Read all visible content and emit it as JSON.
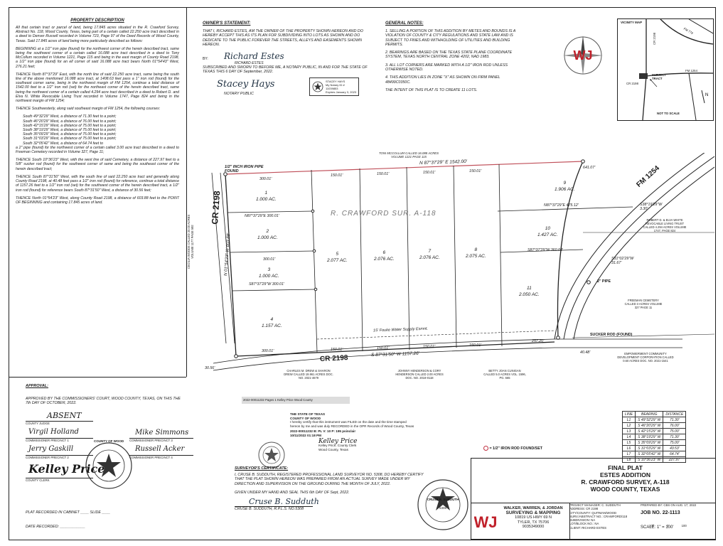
{
  "property_description": {
    "heading": "PROPERTY DESCRIPTION",
    "paragraphs": [
      "All that certain tract or parcel of land, being 17.845 acres situated in the R. Crawford Survey, Abstract No. 118, Wood County, Texas, being part of a certain called 22.250 acre tract described in a deed to Denver Russell recorded in Volume 723, Page 97 of the Deed Records of Wood County, Texas. Said 17.845 acres of land being more particularly described as follows:",
      "BEGINNING at a 1/2\" iron pipe (found) for the northwest corner of the herein described tract, same being the southwest corner of a certain called 16.088 acre tract described in a deed to Tony McCollum recorded in Volume 1221, Page 115 and being in the east margin of County Road 2198, a 1/2\" iron pipe (found) for an ell corner of said 16.088 acre tract bears North 01°54'43\" West, 276.21 feet;",
      "THENCE North 87°37'29\" East, with the north line of said 22.250 acre tract, same being the south line of the above mentioned 16.088 acre tract, at 1408.63 feet pass a 1\" iron rod (found) for the southeast corner same, being in the northwest margin of FM 1254, continue a total distance of 1542.00 feet to a 1/2\" iron rod (set) for the northeast corner of the herein described tract, same being the northwest corner of a certain called 4.294 acre tract described in a deed to Robert D. and Elva N. White Revocable Living Trust recorded in Volume 1747, Page 824 and being in the northwest margin of FM 1254;",
      "THENCE Southwesterly, along said southeast margin of FM 1254, the following courses:"
    ],
    "courses": [
      "South 49°32'29\" West, a distance of 71.30 feet to a point;",
      "South 46°20'29\" West, a distance of 76.00 feet to a point;",
      "South 42°15'29\" West, a distance of 75.00 feet to a point;",
      "South 38°19'29\" West, a distance of 75.00 feet to a point;",
      "South 35°09'29\" West, a distance of 75.00 feet to a point;",
      "South 31°03'29\" West, a distance of 75.00 feet to a point;",
      "South 32°05'42\" West, a distance of 64.74 feet to"
    ],
    "after_courses": [
      "a 2\" pipe (found) for the northwest corner of a certain called 3.00 acre tract described in a deed to Freeman Cemetery recorded in Volume 327, Page 11;",
      "THENCE South 10°36'23\" West, with the west line of said Cemetery, a distance of 227.97 feet to a 5/8\" sucker rod (found) for the southwest corner of same and being the southeast corner of the herein described tract;",
      "THENCE South 87°31'50\" West, with the south line of said 22.250 acre tract and generally along County Road 2198, at 40.48 feet pass a 1/2\" iron rod (found) for reference, continue a total distance of 1157.26 feet to a 1/2\" iron rod (set) for the southwest corner of the herein described tract, a 1/2\" iron rod (found) for reference bears South 87°31'50\" West, a distance of 30.56 feet;",
      "THENCE North 01°54'23\" West, along County Road 2198, a distance of 603.88 feet to the POINT OF BEGINNING and containing 17.845 acres of land."
    ]
  },
  "owner_statement": {
    "heading": "OWNER'S STATEMENT:",
    "text": "THAT I, RICHARD ESTES, AM THE OWNER OF THE PROPERTY SHOWN HEREON AND DO HEREBY ACCEPT THIS AS ITS PLAN FOR SUBDIVIDING INTO LOTS AS SHOWN AND DO DEDICATE TO THE PUBLIC FOREVER THE STREETS, ALLEYS AND EASEMENTS SHOWN HEREON.",
    "by": "BY:",
    "signature": "Richard Estes",
    "name": "RICHARD ESTES",
    "notary": "SUBSCRIBED AND SWORN TO BEFORE ME, A NOTARY PUBLIC, IN AND FOR THE STATE OF TEXAS THIS 6 DAY OF September, 2022.",
    "notary_sig": "Stacey Hays",
    "notary_label": "NOTARY PUBLIC",
    "seal_lines": [
      "STACEY HAYS",
      "My Notary ID # 11039853",
      "Expires January 3, 2023"
    ]
  },
  "general_notes": {
    "heading": "GENERAL NOTES:",
    "notes": [
      "1. SELLING A PORTION OF THIS ADDITION BY METES AND BOUNDS IS A VIOLATION OF COUNTY & CITY REGULATIONS AND STATE LAW AND IS SUBJECT TO FINES AND WITHHOLDING OF UTILITIES AND BUILDING PERMITS.",
      "2. BEARINGS ARE BASED ON THE TEXAS STATE PLANE COORDINATE SYSTEM, TEXAS NORTH CENTRAL ZONE 4202, NAD 1983.",
      "3. ALL LOT CORNERS ARE MARKED WITH A 1/2\" IRON ROD UNLESS OTHERWISE NOTED.",
      "4. THIS ADDITION LIES IN ZONE \"X\" AS SHOWN ON FIRM PANEL 48499C0350C.",
      "THE INTENT OF THIS PLAT IS TO CREATE 11 LOTS."
    ]
  },
  "vicinity_map": {
    "title": "VICINITY MAP",
    "labels": [
      "FM 779",
      "CR 2198",
      "FM 1254",
      "SUBJECT TRACT",
      "CR 2198",
      "NOT TO SCALE"
    ]
  },
  "plat": {
    "survey_label": "R. CRAWFORD SUR. A-118",
    "road_west": "CR 2198",
    "road_south": "CR 2198",
    "road_east": "FM 1254",
    "iron_pipe_label": "1/2\" INCH IRON PIPE FOUND",
    "north_bearing": "N 87°37'29\" E 1542.00'",
    "south_bearing": "S 87°31'50\" W 1157.26'",
    "west_bearing": "N 01°54'23\" W 603.88'",
    "north_neighbor": "TONI MCCOLLUM CALLED 16.088 ACRES VOLUME 1221 PAGE 115",
    "lots": [
      {
        "no": "1",
        "area": "1.000 AC."
      },
      {
        "no": "2",
        "area": "1.000 AC."
      },
      {
        "no": "3",
        "area": "1.000 AC."
      },
      {
        "no": "4",
        "area": "1.157 AC."
      },
      {
        "no": "5",
        "area": "2.077 AC."
      },
      {
        "no": "6",
        "area": "2.076 AC."
      },
      {
        "no": "7",
        "area": "2.076 AC."
      },
      {
        "no": "8",
        "area": "2.075 AC."
      },
      {
        "no": "9",
        "area": "1.906 AC."
      },
      {
        "no": "10",
        "area": "1.427 AC."
      },
      {
        "no": "11",
        "area": "2.050 AC."
      }
    ],
    "dims_top": [
      "300.01'",
      "150.01'",
      "150.01'",
      "150.01'",
      "150.01'",
      "641.07'"
    ],
    "dims_bottom": [
      "300.01'",
      "150.01'",
      "150.01'",
      "150.01'",
      "150.01'",
      "257.20'"
    ],
    "interior_bearings": [
      "N87°37'29\"E 300.01'",
      "300.01'",
      "S87°37'29\"W 300.01'",
      "N87°37'29\"E 475.12'",
      "S87°37'29\"W 360.04'"
    ],
    "easement": "15' Fouke Water Supply Esmnt.",
    "two_inch_pipe": "2\" PIPE",
    "sucker_rod": "SUCKER ROD (FOUND)",
    "bearing_east_1": "S38°19'29\"W 3.30'",
    "bearing_east_2": "S31°02'29\"W 31.67'",
    "dist_4048": "40.48'",
    "dist_3056": "30.56'",
    "neighbors": [
      "ROBERT D. & ELVA WHITE REVOCABLE LIVING TRUST CALLED 4.294 ACRES VOLUME 1747, PAGE 824",
      "FREEMAN CEMETERY CALLED 3 ACRES VOLUME 327 PAGE 11",
      "EMPOWERMENT COMMUNITY DEVELOPMENT CORPORATION CALLED 0.60 ACRES DOC. NO. 2021-1541",
      "CHARLES M. DREW & SHARON DREW CALLED 19.961 ACRES DOC. NO. 2021-4679",
      "JOHNNY HENDERSON & CORY HENDERSON CALLED 2.00 ACRES DOC. NO. 2018-0118",
      "BETTY JOAN CUNIGAN CALLED 5.0 ACRES VOL. 1596, PG. 665",
      "CECILIA WOODS CALLED 20.00 ACRES VOLUME 1177 PAGE 592"
    ]
  },
  "line_table": {
    "headers": [
      "LINE",
      "BEARING",
      "DISTANCE"
    ],
    "rows": [
      [
        "L1",
        "S 49°32'29\" W",
        "71.30'"
      ],
      [
        "L2",
        "S 46°20'29\" W",
        "76.00'"
      ],
      [
        "L3",
        "S 42°15'29\" W",
        "75.00'"
      ],
      [
        "L4",
        "S 38°19'29\" W",
        "71.30'"
      ],
      [
        "L5",
        "S 35°09'29\" W",
        "75.00'"
      ],
      [
        "L6",
        "S 31°03'29\" W",
        "43.53'"
      ],
      [
        "L7",
        "S 32°05'42\" W",
        "64.74'"
      ],
      [
        "L8",
        "S 10°36'23\" W",
        "227.97'"
      ]
    ],
    "legend": "= 1/2\" IRON ROD FOUND/SET"
  },
  "approval": {
    "heading": "APPROVAL:",
    "text": "APPROVED BY THE COMMISSIONERS' COURT, WOOD COUNTY, TEXAS, ON THIS THE 7th DAY OF OCTOBER, 2022.",
    "absent": "ABSENT",
    "labels": [
      "COUNTY JUDGE",
      "COMMISSIONER PRECINCT 1",
      "COMMISSIONER PRECINCT 2",
      "COMMISSIONER PRECINCT 3",
      "COMMISSIONER PRECINCT 4",
      "COUNTY CLERK"
    ],
    "recorded": "PLAT RECORDED IN CABINET ____ SLIDE ____",
    "date_recorded": "DATE RECORDED: ____________",
    "seal": "COUNTY OF WOOD"
  },
  "clerk_stamp": {
    "header": "2022-00011232 Pages 1 Kelley Price Wood County",
    "lines": [
      "THE STATE OF TEXAS",
      "COUNTY OF WOOD",
      "I hereby certify that this instrument was FILED on the date and the time stamped hereon by me and was duly RECORDED in the OPR Records of Wood County, Texas",
      "2022-00011232 B: PL V: 10 P: 195 psinclair",
      "10/11/2022 01:18 PM",
      "Kelley Price, County Clerk",
      "Wood County, Texas"
    ]
  },
  "surveyor_certificate": {
    "heading": "SURVEYOR'S CERTIFICATE:",
    "text": "I, CRUSE B. SUDDUTH, REGISTERED PROFESSIONAL LAND SURVEYOR NO. 5308, DO HEREBY CERTIFY THAT THE PLAT SHOWN HEREON WAS PREPARED FROM AN ACTUAL SURVEY MADE UNDER MY DIRECTION AND SUPERVISION ON THE GROUND DURING THE MONTH OF JULY, 2022.",
    "given": "GIVEN UNDER MY HAND AND SEAL THIS 6th DAY OF Sept, 2022.",
    "name": "CRUSE B. SUDDUTH, R.P.L.S. NO.5308",
    "seal_name": "CRUSE B. SUDDUTH",
    "seal_no": "5308"
  },
  "title_block": {
    "lines": [
      "FINAL PLAT",
      "ESTES ADDITION",
      "R. CRAWFORD SURVEY, A-118",
      "WOOD COUNTY, TEXAS"
    ],
    "firm": [
      "WALKER, WARREN, & JORDAN",
      "SURVEYING & MAPPING",
      "10819 US HWY 69 N",
      "TYLER, TX 75706",
      "9035349000"
    ],
    "info": [
      [
        "PROJECT MANAGER: C. SUDDUTH",
        "PREPARED BY: CBS ON AUG. 17, 2022"
      ],
      [
        "ADDRESS: CR 2198",
        ""
      ],
      [
        "CITY/COUNTY: QUITMAN/WOOD",
        "JOB NO. 22-1113"
      ],
      [
        "SURV./ABSTRACT NO.: CRAWFORD/118",
        ""
      ],
      [
        "SUBDIVISION: NA",
        ""
      ],
      [
        "LOT/BLOCK NO.: NA",
        ""
      ],
      [
        "CLIENT: RICHARD ESTES",
        "SCALE: 1\" = 100'"
      ]
    ],
    "scale_ticks": [
      "100",
      "0",
      "100"
    ]
  }
}
